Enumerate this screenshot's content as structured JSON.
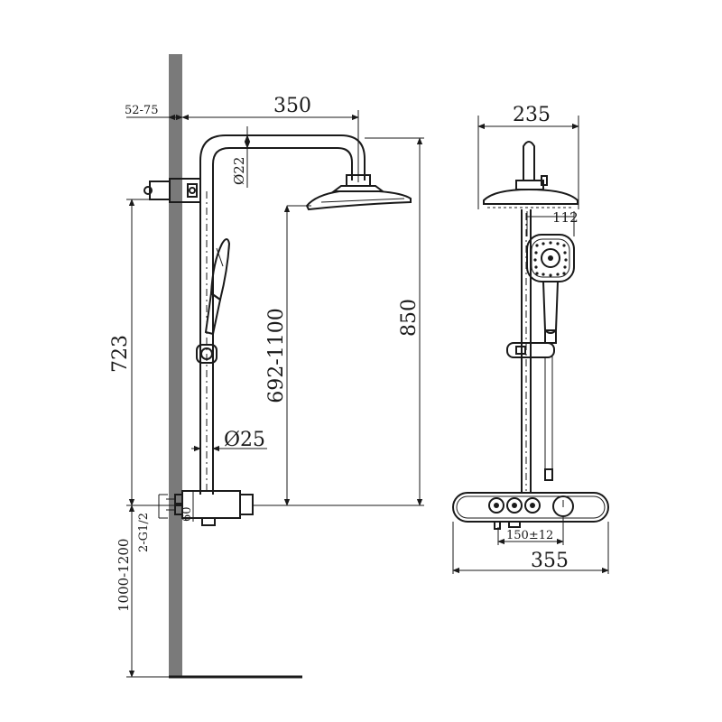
{
  "dimensions": {
    "wall_offset": "52-75",
    "arm_reach": "350",
    "arm_diameter": "Ø22",
    "bracket_height": "723",
    "head_height_range": "692-1100",
    "total_height": "850",
    "bar_diameter": "Ø25",
    "inlet_thread": "2-G1/2",
    "install_height": "1000-1200",
    "inlet_offset": "60",
    "head_width": "235",
    "hand_shower_width": "112",
    "inlet_spacing": "150±12",
    "mixer_width": "355"
  },
  "colors": {
    "line": "#1a1a1a",
    "wall": "#7a7a7a",
    "background": "#ffffff"
  }
}
